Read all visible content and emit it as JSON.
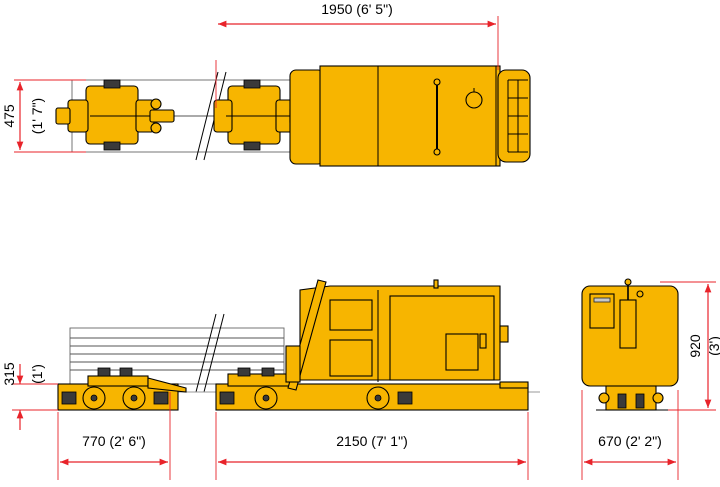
{
  "dimensions": {
    "top_length": "1950 (6' 5\")",
    "top_width": "475",
    "top_width_imperial": "(1' 7\")",
    "side_height_low": "315",
    "side_height_low_imperial": "(1')",
    "side_len_front": "770 (2' 6\")",
    "side_len_main": "2150 (7' 1\")",
    "end_width": "670 (2' 2\")",
    "end_height": "920",
    "end_height_imperial": "(3')"
  },
  "colors": {
    "machine_body": "#f7b500",
    "dimension_lines": "#e8232a"
  }
}
